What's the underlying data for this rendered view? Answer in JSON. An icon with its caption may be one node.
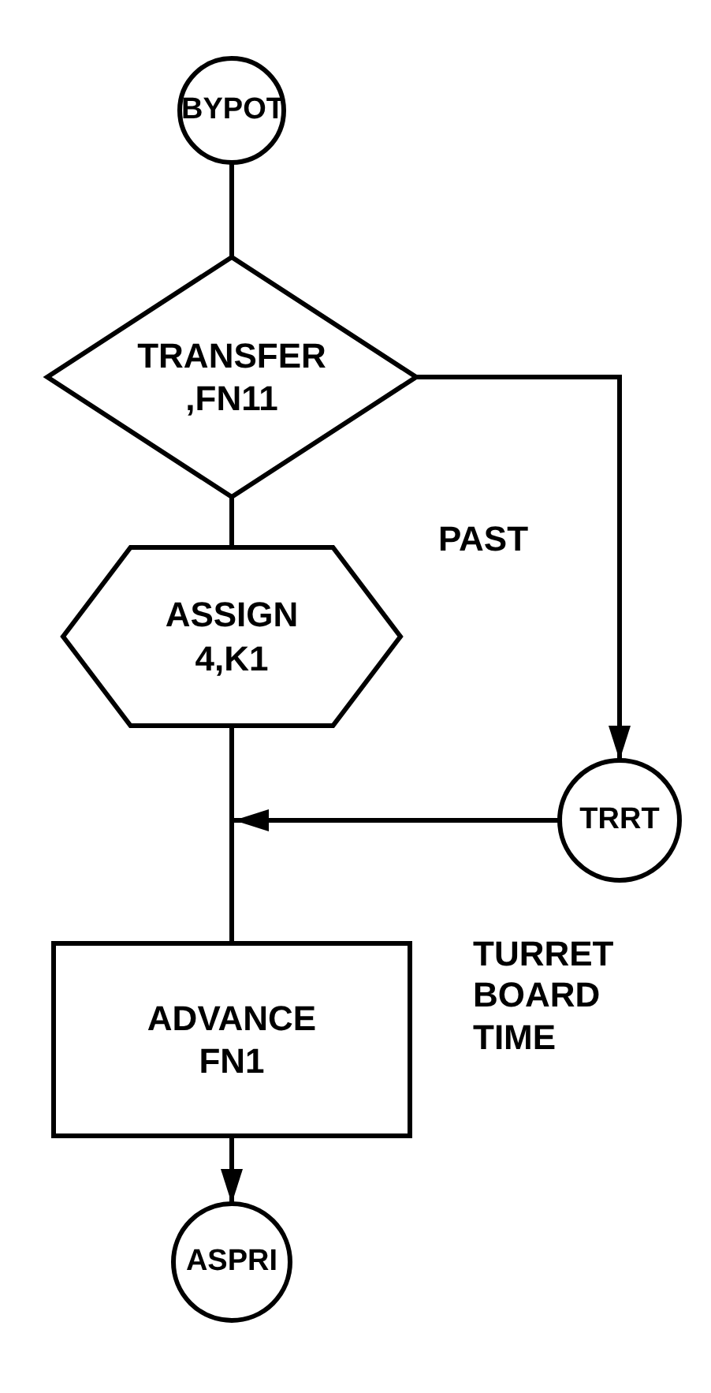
{
  "diagram": {
    "nodes": [
      {
        "text": [
          "BYPOT"
        ]
      },
      {
        "text": [
          "TRANSFER ,FN11"
        ]
      },
      {
        "text": [
          "ASSIGN 4,K1"
        ]
      },
      {
        "text": [
          "TRRT"
        ],
        "beside": [
          "TURRET BOARD TIME"
        ]
      },
      {
        "text": [
          "ADVANCE FN1"
        ]
      },
      {
        "text": [
          "ASPRI"
        ]
      }
    ],
    "edges": [
      {
        "from": 0,
        "to": 1,
        "arrow": "none"
      },
      {
        "from": 1,
        "to": 2,
        "arrow": "none"
      },
      {
        "from": 1,
        "to": 3,
        "arrow": "to",
        "label": "PAST"
      },
      {
        "from": 2,
        "to": 4,
        "arrow": "none"
      },
      {
        "from": 3,
        "to": null,
        "arrow": "to"
      },
      {
        "from": 4,
        "to": 5,
        "arrow": "to"
      }
    ]
  }
}
